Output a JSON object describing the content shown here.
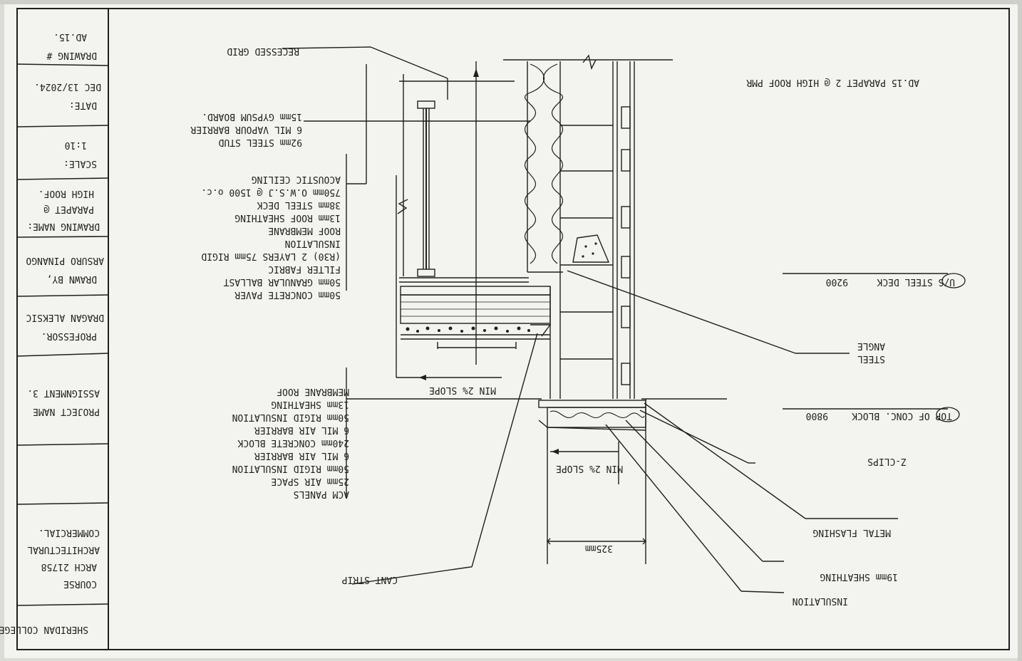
{
  "title_block": {
    "school": "SHERIDAN COLLEGE.",
    "course_label": "COURSE",
    "course_lines": [
      "ARCH 21758",
      "ARCHITECTURAL",
      "COMMERCIAL."
    ],
    "project_label": "PROJECT NAME",
    "project_value": "ASSIGNMENT 3.",
    "professor_label": "PROFESSOR.",
    "professor_value": "DRAGAN ALEKSIC",
    "drawn_label": "DRAWN BY,",
    "drawn_value": "ARSURO PINANGO",
    "drawing_name_label": "DRAWING NAME:",
    "drawing_name_lines": [
      "PARAPET @",
      "HIGH ROOF."
    ],
    "scale_label": "SCALE:",
    "scale_value": "1:10",
    "date_label": "DATE:",
    "date_value": "DEC 13/2024.",
    "drawing_no_label": "DRAWING #",
    "drawing_no_value": "AD.15."
  },
  "drawing_title": "AD.15 PARAPET 2 @ HIGH ROOF PMR",
  "labels": {
    "recessed_grid": "RECESSED GRID",
    "ceiling_lines": [
      "92mm STEEL STUD",
      "6 MIL VAPOUR BARRIER",
      "15mm GYPSUM BOARD."
    ],
    "roof_lines": [
      "50mm CONCRETE PAVER",
      "50mm GRANULAR BALLAST",
      "FILTER FABRIC",
      "(R30) 2 LAYERS 75mm RIGID",
      "INSULATION",
      "ROOF MEMBRANE",
      "13mm ROOF SHEATHING",
      "38mm STEEL DECK",
      "750mm O.W.S.J @ 1500 o.c.",
      "ACOUSTIC CEILING"
    ],
    "wall_lines": [
      "ACM PANELS",
      "25mm AIR SPACE",
      "50mm RIGID INSULATION",
      "6 MIL AIR BARRIER",
      "240mm CONCRETE BLOCK",
      "6 MIL AIR BARRIER",
      "50mm RIGID INSULATION",
      "13mm SHEATHING",
      "MEMBRANE ROOF"
    ],
    "slope_roof": "MIN 2% SLOPE",
    "slope_cap": "MIN 2% SLOPE",
    "dimension": "325mm",
    "cant_strip": "CANT STRIP",
    "steel_angle_lines": [
      "STEEL",
      "ANGLE"
    ],
    "zclips": "Z-CLIPS",
    "metal_flashing": "METAL FLASHING",
    "sheathing": "19mm SHEATHING",
    "insulation": "INSULATION",
    "elev_deck_tag": "9200",
    "elev_deck_text": "U/S STEEL DECK",
    "elev_block_tag": "9800",
    "elev_block_text": "TOP OF CONC. BLOCK"
  },
  "colors": {
    "paper": "#f3f3ef",
    "ink": "#1f1f1f",
    "shadow": "#c9c9c3"
  }
}
